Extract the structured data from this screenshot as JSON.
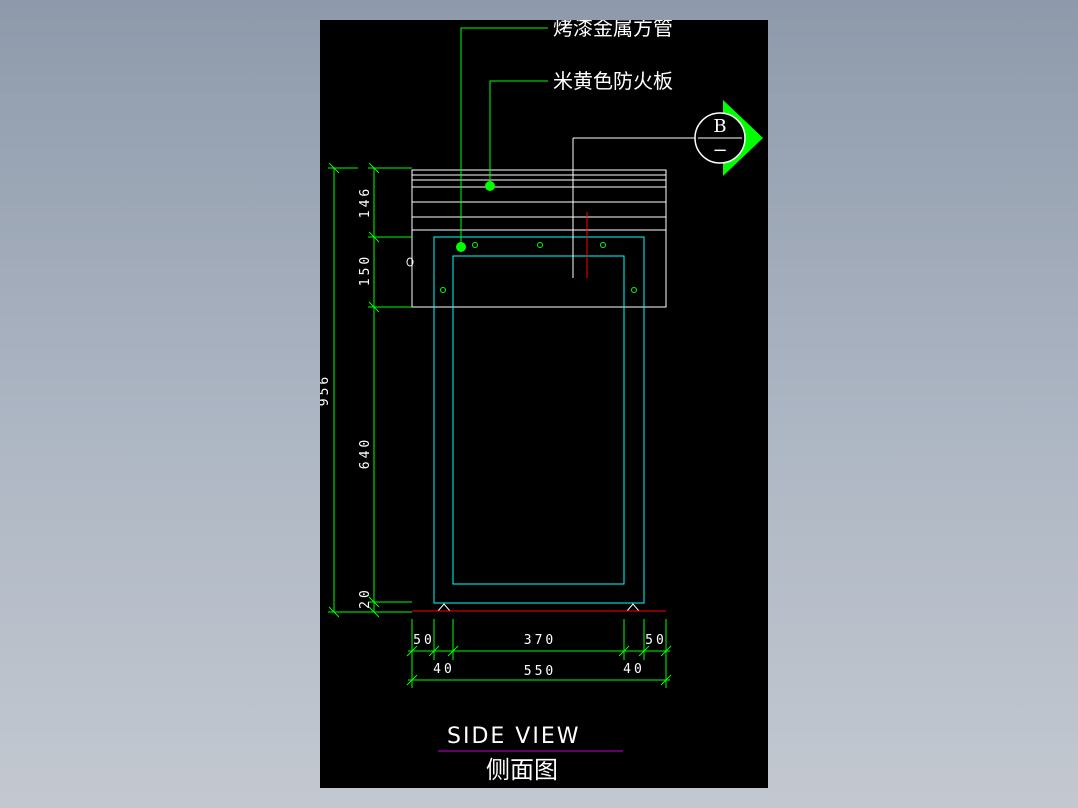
{
  "drawing": {
    "annotations": {
      "top_material": "烤漆金属方管",
      "board_material": "米黄色防火板"
    },
    "section_marker": {
      "letter": "B",
      "sub": "−"
    },
    "vertical_dims": {
      "total": "956",
      "top_band": "146",
      "upper": "150",
      "middle": "640",
      "bottom": "20"
    },
    "horizontal_dims": {
      "left_top": "50",
      "center_top": "370",
      "right_top": "50",
      "left_bottom": "40",
      "center_bottom": "550",
      "right_bottom": "40"
    },
    "title_en": "SIDE  VIEW",
    "title_zh": "侧面图"
  },
  "colors": {
    "canvas": "#000000",
    "dimension": "#00ff00",
    "outline": "#ffffff",
    "frame": "#00ffff",
    "ground": "#ff0000",
    "underline": "#cc00cc"
  }
}
